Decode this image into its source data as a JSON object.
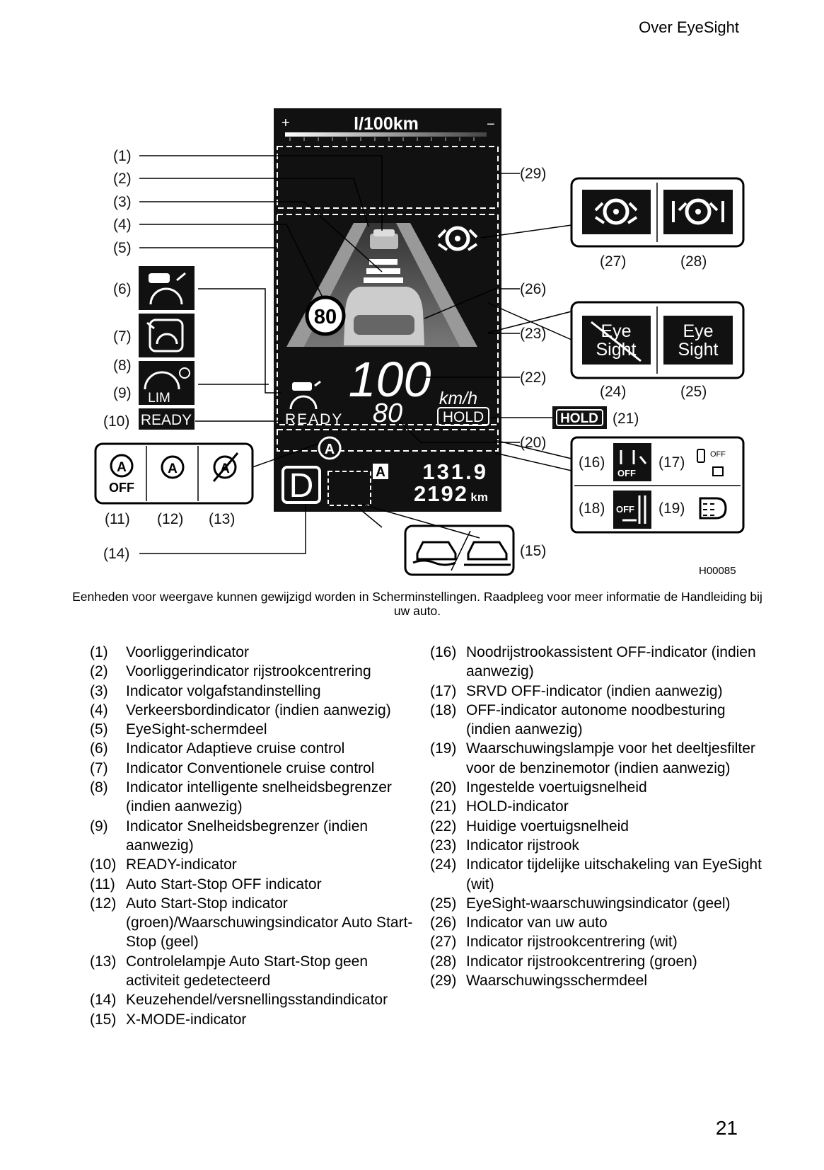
{
  "header": {
    "section": "Over EyeSight"
  },
  "page_number": "21",
  "figure": {
    "code": "H00085",
    "display": {
      "unit_top": "l/100km",
      "plus": "+",
      "minus": "−",
      "speed_sign": "80",
      "current_speed": "100",
      "speed_unit": "km/h",
      "set_speed": "80",
      "hold": "HOLD",
      "ready": "READY",
      "lim": "LIM",
      "gear": "D",
      "auto_badge": "A",
      "fuel": "131.9",
      "odometer": "2192",
      "odo_unit": "km"
    },
    "panels": {
      "eyesight_off": "Eye Sight",
      "eyesight_warn": "Eye Sight",
      "ready": "READY",
      "hold": "HOLD",
      "auto_off": "OFF",
      "off_small": "OFF"
    },
    "callouts": [
      "(1)",
      "(2)",
      "(3)",
      "(4)",
      "(5)",
      "(6)",
      "(7)",
      "(8)",
      "(9)",
      "(10)",
      "(11)",
      "(12)",
      "(13)",
      "(14)",
      "(15)",
      "(16)",
      "(17)",
      "(18)",
      "(19)",
      "(20)",
      "(21)",
      "(22)",
      "(23)",
      "(24)",
      "(25)",
      "(26)",
      "(27)",
      "(28)",
      "(29)"
    ]
  },
  "caption": "Eenheden voor weergave kunnen gewijzigd worden in Scherminstellingen. Raadpleeg voor meer informatie de Handleiding bij uw auto.",
  "legend_left": [
    {
      "n": "(1)",
      "t": "Voorliggerindicator"
    },
    {
      "n": "(2)",
      "t": "Voorliggerindicator rijstrookcentrering"
    },
    {
      "n": "(3)",
      "t": "Indicator volgafstandinstelling"
    },
    {
      "n": "(4)",
      "t": "Verkeersbordindicator (indien aanwezig)"
    },
    {
      "n": "(5)",
      "t": "EyeSight-schermdeel"
    },
    {
      "n": "(6)",
      "t": "Indicator Adaptieve cruise control"
    },
    {
      "n": "(7)",
      "t": "Indicator Conventionele cruise control"
    },
    {
      "n": "(8)",
      "t": "Indicator intelligente snelheidsbegrenzer (indien aanwezig)"
    },
    {
      "n": "(9)",
      "t": "Indicator Snelheidsbegrenzer (indien aanwezig)"
    },
    {
      "n": "(10)",
      "t": "READY-indicator"
    },
    {
      "n": "(11)",
      "t": "Auto Start-Stop OFF indicator"
    },
    {
      "n": "(12)",
      "t": "Auto Start-Stop indicator (groen)/Waarschuwingsindicator Auto Start-Stop (geel)"
    },
    {
      "n": "(13)",
      "t": "Controlelampje Auto Start-Stop geen activiteit gedetecteerd"
    },
    {
      "n": "(14)",
      "t": "Keuzehendel/versnellingsstandindicator"
    },
    {
      "n": "(15)",
      "t": "X-MODE-indicator"
    }
  ],
  "legend_right": [
    {
      "n": "(16)",
      "t": "Noodrijstrookassistent OFF-indicator (indien aanwezig)"
    },
    {
      "n": "(17)",
      "t": "SRVD OFF-indicator (indien aanwezig)"
    },
    {
      "n": "(18)",
      "t": "OFF-indicator autonome noodbesturing (indien aanwezig)"
    },
    {
      "n": "(19)",
      "t": "Waarschuwingslampje voor het deeltjesfilter voor de benzinemotor (indien aanwezig)"
    },
    {
      "n": "(20)",
      "t": "Ingestelde voertuigsnelheid"
    },
    {
      "n": "(21)",
      "t": "HOLD-indicator"
    },
    {
      "n": "(22)",
      "t": "Huidige voertuigsnelheid"
    },
    {
      "n": "(23)",
      "t": "Indicator rijstrook"
    },
    {
      "n": "(24)",
      "t": "Indicator tijdelijke uitschakeling van EyeSight (wit)"
    },
    {
      "n": "(25)",
      "t": "EyeSight-waarschuwingsindicator (geel)"
    },
    {
      "n": "(26)",
      "t": "Indicator van uw auto"
    },
    {
      "n": "(27)",
      "t": "Indicator rijstrookcentrering (wit)"
    },
    {
      "n": "(28)",
      "t": "Indicator rijstrookcentrering (groen)"
    },
    {
      "n": "(29)",
      "t": "Waarschuwingsschermdeel"
    }
  ]
}
